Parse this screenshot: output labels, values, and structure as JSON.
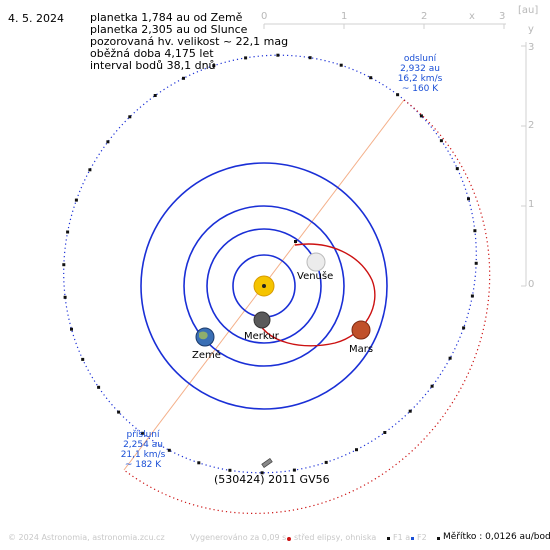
{
  "date": "4. 5. 2024",
  "info_lines": [
    "planetka 1,784 au od Země",
    "planetka 2,305 au od Slunce",
    "pozorovaná hv. velikost ~ 22,1 mag",
    "oběžná doba 4,175 let",
    "interval bodů 38,1 dnů"
  ],
  "axes": {
    "x_ticks": [
      "0",
      "1",
      "2",
      "3"
    ],
    "x_label": "x",
    "unit_label": "[au]",
    "y_ticks": [
      "3",
      "2",
      "1",
      "0"
    ],
    "y_label": "y"
  },
  "aphelion": {
    "title": "odsluní",
    "distance": "2,932 au",
    "speed": "16,2 km/s",
    "temp": "~ 160 K"
  },
  "perihelion": {
    "title": "přísluní",
    "distance": "2,254 au",
    "speed": "21,1 km/s",
    "temp": "~ 182 K"
  },
  "planets": {
    "venus": "Venuše",
    "mercury": "Merkur",
    "earth": "Země",
    "mars": "Mars"
  },
  "asteroid_name": "(530424) 2011 GV56",
  "footer": {
    "copyright": "© 2024 Astronomia, astronomia.zcu.cz",
    "generated": "Vygenerováno za 0,09 s",
    "legend_center": "střed elipsy, ohniska",
    "f1": "F1 a",
    "f2": "F2",
    "scale": "Měřítko : 0,0126 au/bod"
  },
  "colors": {
    "orbit_planet": "#1a2fd6",
    "orbit_near": "#cc1111",
    "asteroid_dots": "#111111",
    "apsides_line": "#f4b08a",
    "sun": "#f5c400",
    "mars": "#c0502a",
    "venus": "#e8e8e8",
    "mercury": "#555555"
  }
}
